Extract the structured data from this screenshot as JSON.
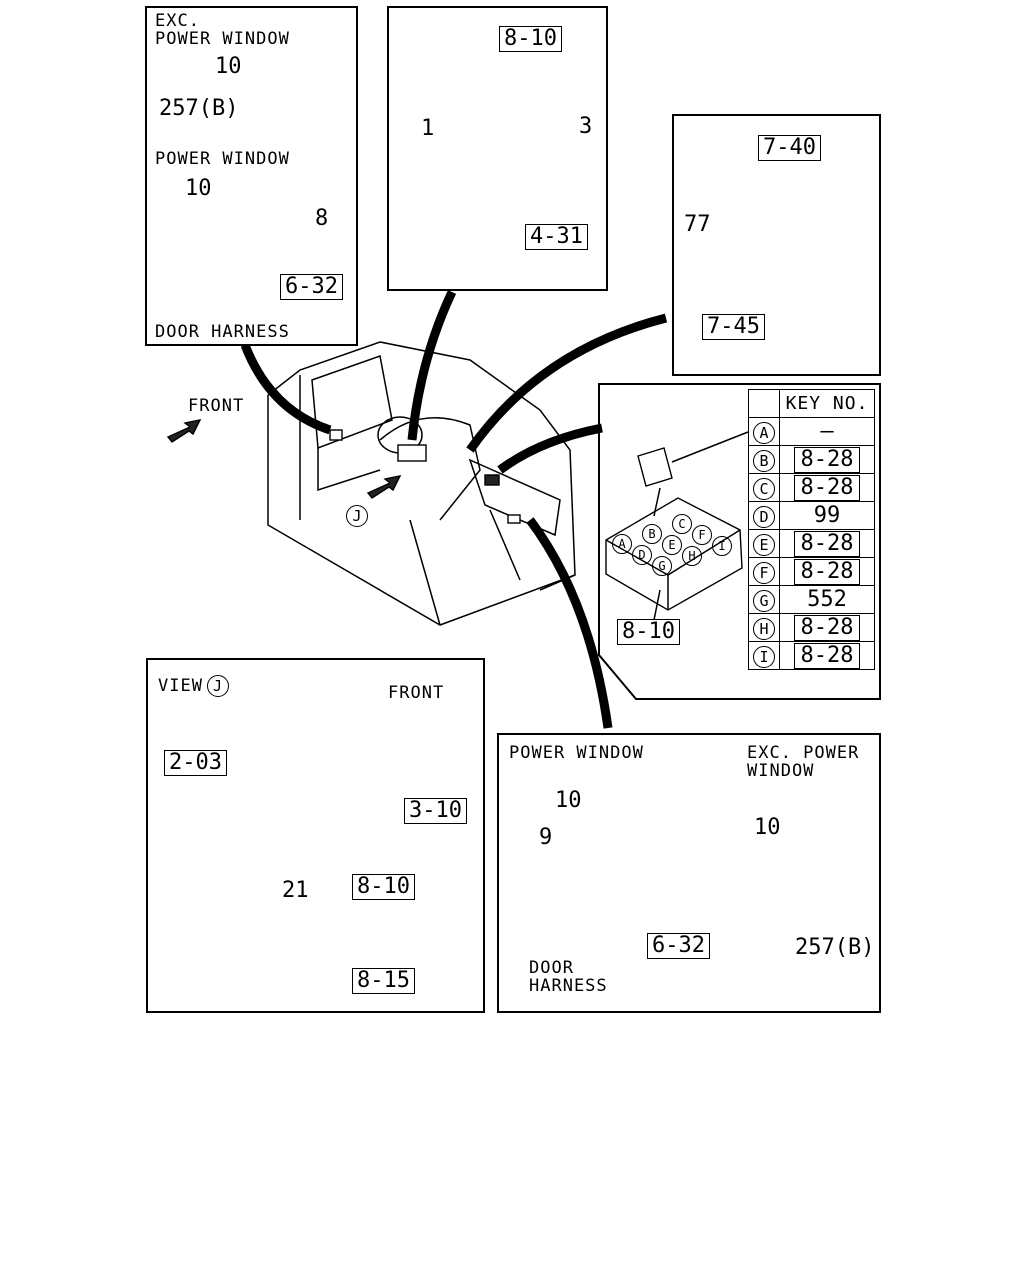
{
  "panel_top_left": {
    "exc_title_1": "EXC.",
    "exc_title_2": "POWER WINDOW",
    "exc_screw": "10",
    "exc_switch": "257(B)",
    "pw_title": "POWER WINDOW",
    "pw_screw": "10",
    "pw_switch": "8",
    "pw_ref": "6-32",
    "harness": "DOOR HARNESS"
  },
  "panel_top_center": {
    "ref_top": "8-10",
    "switch": "1",
    "screw": "3",
    "ref_column": "4-31"
  },
  "panel_top_right": {
    "ref_top": "7-40",
    "part": "77",
    "ref_bottom": "7-45"
  },
  "main_view": {
    "front": "FRONT",
    "view_marker": "J"
  },
  "panel_relay": {
    "ref": "8-10",
    "header": "KEY NO.",
    "rows": [
      {
        "letter": "A",
        "value": "—",
        "boxed": false
      },
      {
        "letter": "B",
        "value": "8-28",
        "boxed": true
      },
      {
        "letter": "C",
        "value": "8-28",
        "boxed": true
      },
      {
        "letter": "D",
        "value": "99",
        "boxed": false
      },
      {
        "letter": "E",
        "value": "8-28",
        "boxed": true
      },
      {
        "letter": "F",
        "value": "8-28",
        "boxed": true
      },
      {
        "letter": "G",
        "value": "552",
        "boxed": false
      },
      {
        "letter": "H",
        "value": "8-28",
        "boxed": true
      },
      {
        "letter": "I",
        "value": "8-28",
        "boxed": true
      }
    ],
    "block_letters": [
      "A",
      "B",
      "C",
      "D",
      "E",
      "F",
      "G",
      "H",
      "I"
    ]
  },
  "panel_view_j": {
    "title": "VIEW",
    "marker": "J",
    "front": "FRONT",
    "ref_left": "2-03",
    "ref_bracket": "3-10",
    "part": "21",
    "ref_harness": "8-10",
    "ref_clip": "8-15"
  },
  "panel_bottom_right": {
    "pw_title": "POWER WINDOW",
    "pw_screw": "10",
    "pw_switch": "9",
    "pw_ref": "6-32",
    "harness_1": "DOOR",
    "harness_2": "HARNESS",
    "exc_title_1": "EXC. POWER",
    "exc_title_2": "WINDOW",
    "exc_screw": "10",
    "exc_switch": "257(B)"
  }
}
